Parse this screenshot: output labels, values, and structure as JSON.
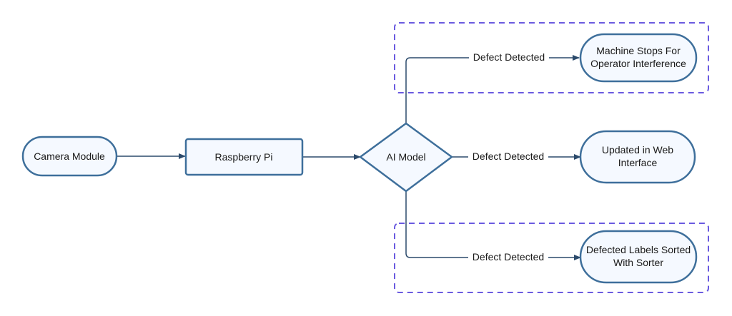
{
  "colors": {
    "node_fill": "#f5f9ff",
    "node_stroke": "#3e6f9b",
    "edge": "#2b4a6b",
    "group_border": "#6a5ae0",
    "background": "#ffffff"
  },
  "nodes": {
    "camera": "Camera Module",
    "raspberry": "Raspberry Pi",
    "ai_model": "AI Model",
    "machine_stops": [
      "Machine Stops For",
      "Operator Interference"
    ],
    "web_interface": [
      "Updated in Web",
      "Interface"
    ],
    "sorter": [
      "Defected Labels Sorted",
      "With Sorter"
    ]
  },
  "edges": {
    "top": "Defect Detected",
    "middle": "Defect Detected",
    "bottom": "Defect Detected"
  }
}
